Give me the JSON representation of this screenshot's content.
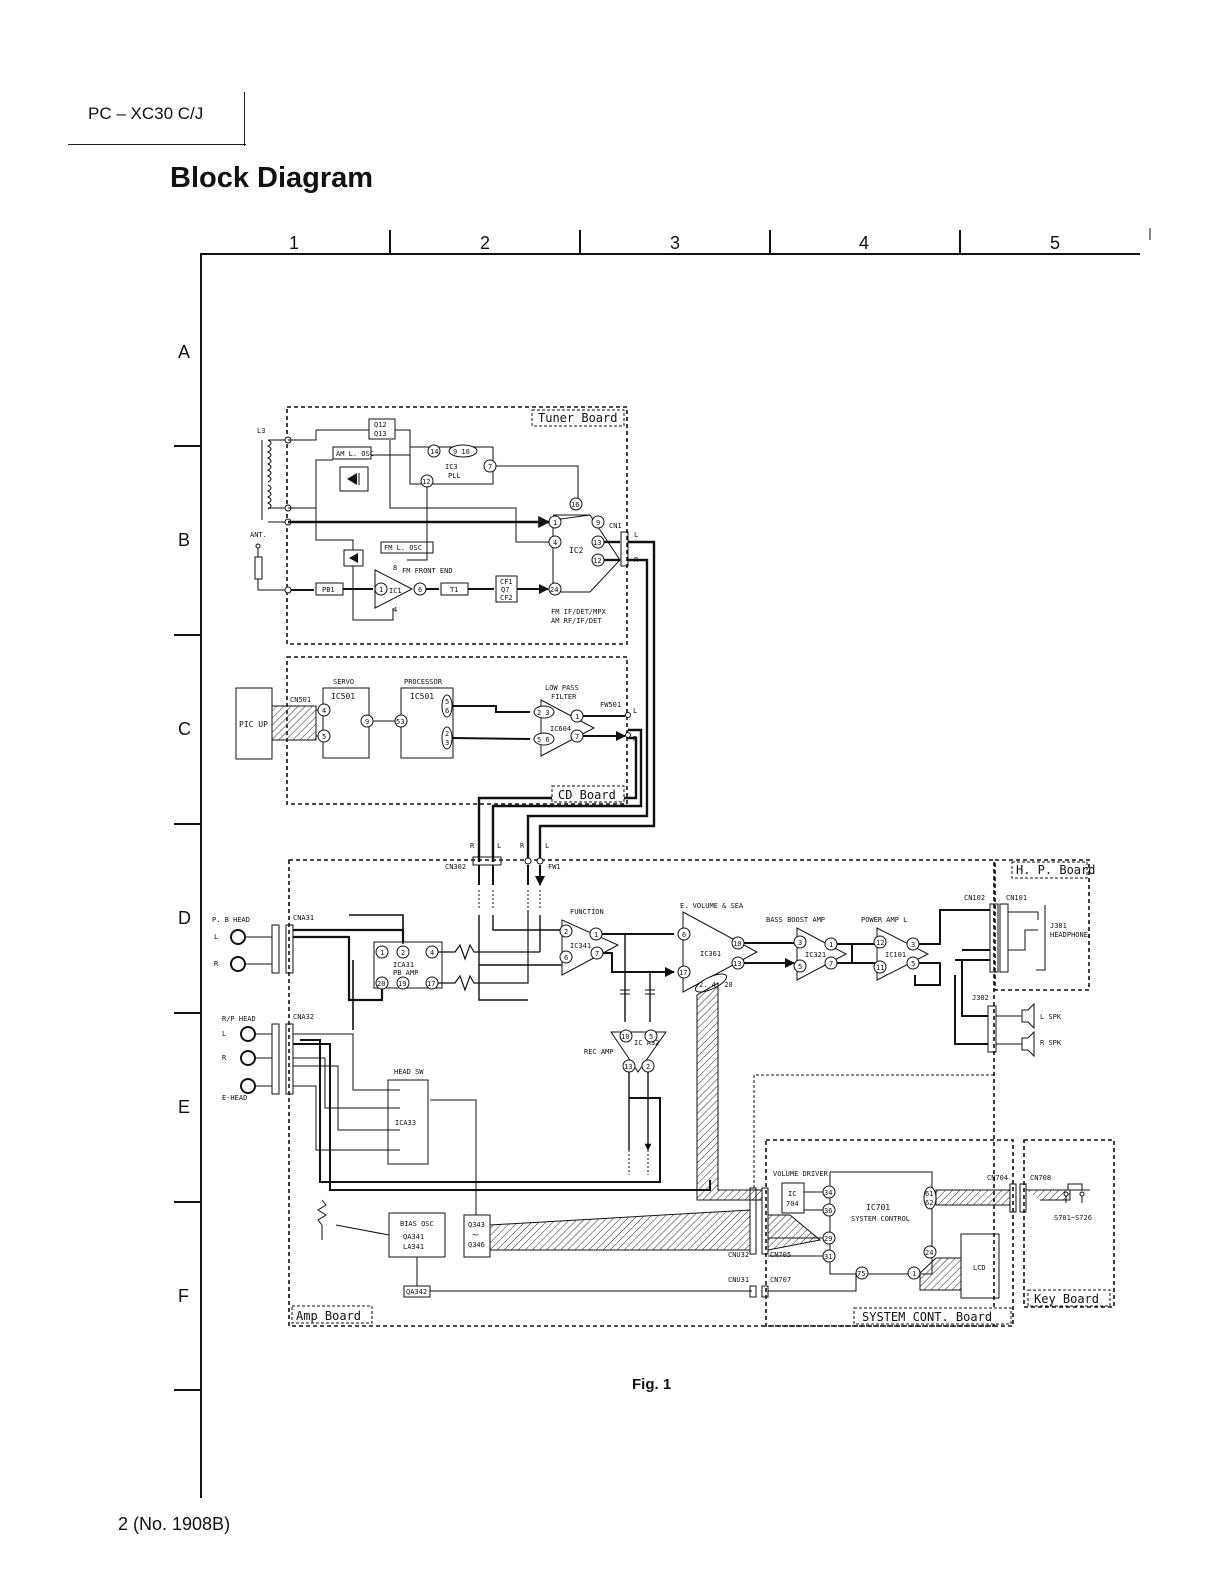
{
  "header": {
    "model": "PC – XC30 C/J",
    "title": "Block Diagram"
  },
  "grid": {
    "columns": [
      "1",
      "2",
      "3",
      "4",
      "5"
    ],
    "rows": [
      "A",
      "B",
      "C",
      "D",
      "E",
      "F"
    ]
  },
  "boards": {
    "tuner": "Tuner Board",
    "cd": "CD Board",
    "hp": "H. P. Board",
    "amp": "Amp Board",
    "system": "SYSTEM CONT.  Board",
    "key": "Key Board"
  },
  "tuner": {
    "l3": "L3",
    "ant": "ANT.",
    "q12": "Q12",
    "q13": "Q13",
    "am_osc": "AM L. OSC",
    "ic3": "IC3",
    "pll": "PLL",
    "pin14": "14",
    "pin9_10": "9 10",
    "pin7": "7",
    "pin12": "12",
    "pin16": "16",
    "pin1": "1",
    "pin4": "4",
    "pin9": "9",
    "pin13": "13",
    "pin12b": "12",
    "pin24": "24",
    "ic2": "IC2",
    "cn1": "CN1",
    "l": "L",
    "r": "R",
    "fm_osc": "FM L. OSC",
    "fm_front": "FM FRONT END",
    "ic1": "IC1",
    "pb1": "PB1",
    "t1": "T1",
    "cf1": "CF1",
    "q7": "Q7",
    "cf2": "CF2",
    "ic1_p1": "1",
    "ic1_p6": "6",
    "ic1_p8": "8",
    "ic1_p4": "4",
    "fm_if": "FM IF/DET/MPX",
    "am_rf": "AM RF/IF/DET"
  },
  "cd": {
    "servo": "SERVO",
    "processor": "PROCESSOR",
    "ic501a": "IC501",
    "ic501b": "IC501",
    "pickup": "PIC UP",
    "cn501": "CN501",
    "low_pass": "LOW PASS",
    "filter": "FILTER",
    "ic604": "IC604",
    "fw501": "FW501",
    "p23": "2 3",
    "p56": "5 6",
    "p1": "1",
    "p7": "7",
    "p4": "4",
    "p5": "5",
    "p9": "9",
    "p53": "53",
    "p5b": "5",
    "p6b": "6",
    "p2b": "2",
    "p3b": "3",
    "l": "L",
    "r": "R"
  },
  "amp": {
    "cn302": "CN302",
    "fw1": "FW1",
    "pb_head": "P. B HEAD",
    "cna31": "CNA31",
    "cna32": "CNA32",
    "rp_head": "R/P HEAD",
    "e_head": "E-HEAD",
    "l": "L",
    "r": "R",
    "ica31": "ICA31",
    "pb_amp": "PB AMP",
    "function": "FUNCTION",
    "ic341": "IC341",
    "evolume": "E. VOLUME & SEA",
    "ic361": "IC361",
    "bass": "BASS BOOST AMP",
    "ic321": "IC321",
    "power": "POWER AMP L",
    "ic101": "IC101",
    "rec_amp": "REC AMP",
    "ica32": "IC A32",
    "head_sw": "HEAD SW",
    "ica33": "ICA33",
    "bias": "BIAS OSC",
    "qa341": "QA341",
    "la341": "LA341",
    "qa342": "QA342",
    "q343": "Q343",
    "q346": "Q346",
    "tilde": "⁓",
    "p1": "1",
    "p2": "2",
    "p4": "4",
    "p20": "20",
    "p19": "19",
    "p17": "17",
    "f2": "2",
    "f1": "1",
    "f6": "6",
    "f7": "7",
    "e6": "6",
    "e17": "17",
    "e10": "10",
    "e13": "13",
    "e_s": "2. 4. 20",
    "b3": "3",
    "b1": "1",
    "b5": "5",
    "b7": "7",
    "pa12": "12",
    "pa3": "3",
    "pa11": "11",
    "pa5": "5",
    "r10": "10",
    "r5": "5",
    "r13": "13",
    "r2": "2",
    "cnu32": "CNU32",
    "cnu31": "CNU31",
    "cn705": "CN705",
    "cn707": "CN707"
  },
  "hp": {
    "cn102": "CN102",
    "cn101": "CN101",
    "j301": "J301",
    "headphone": "HEADPHONE",
    "j302": "J302",
    "l_spk": "L SPK",
    "r_spk": "R SPK"
  },
  "system": {
    "volume_driver": "VOLUME DRIVER",
    "ic704a": "IC",
    "ic704b": "704",
    "ic701": "IC701",
    "sys_control": "SYSTEM CONTROL",
    "lcd": "LCD",
    "cn704": "CN704",
    "cn708": "CN708",
    "s701": "S701~S726",
    "p34": "34",
    "p36": "36",
    "p29": "29",
    "p31": "31",
    "p75": "75",
    "p1": "1",
    "p24": "24",
    "p61": "61",
    "p62": "62"
  },
  "figure_label": "Fig. 1",
  "footer": "2  (No. 1908B)"
}
